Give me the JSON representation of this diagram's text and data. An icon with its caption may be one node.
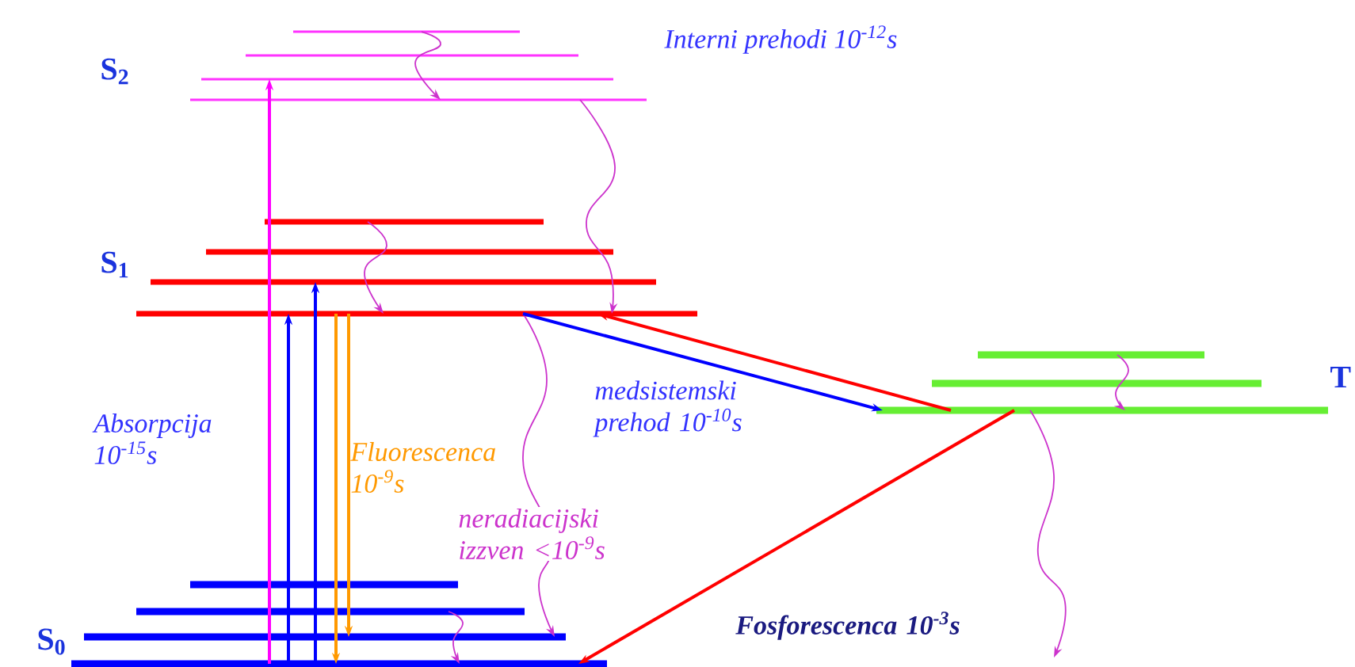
{
  "diagram": {
    "nodes": [
      {
        "text": [],
        "shape": "bar"
      },
      {
        "text": [],
        "shape": "bar"
      },
      {
        "text": [],
        "shape": "bar"
      },
      {
        "text": [],
        "shape": "bar"
      },
      {
        "text": [],
        "shape": "bar"
      },
      {
        "text": [],
        "shape": "bar"
      },
      {
        "text": [],
        "shape": "bar"
      },
      {
        "text": [],
        "shape": "bar"
      },
      {
        "text": [],
        "shape": "bar"
      },
      {
        "text": [],
        "shape": "bar"
      },
      {
        "text": [],
        "shape": "bar"
      },
      {
        "text": [],
        "shape": "bar"
      },
      {
        "text": [],
        "shape": "bar"
      },
      {
        "text": [],
        "shape": "bar"
      },
      {
        "text": [],
        "shape": "bar"
      }
    ],
    "edges": [
      {
        "from": 14,
        "to": 2,
        "arrow": "to",
        "color": "#ff00ff"
      },
      {
        "from": 14,
        "to": 7,
        "arrow": "to",
        "color": "#0000ff"
      },
      {
        "from": 14,
        "to": 6,
        "arrow": "to",
        "color": "#0000ff"
      },
      {
        "from": 7,
        "to": 14,
        "arrow": "to",
        "color": "#ff9900"
      },
      {
        "from": 7,
        "to": 13,
        "arrow": "to",
        "color": "#ff9900"
      },
      {
        "from": 0,
        "to": 3,
        "arrow": "to"
      },
      {
        "from": 3,
        "to": 7,
        "arrow": "to"
      },
      {
        "from": 4,
        "to": 7,
        "arrow": "to"
      },
      {
        "from": 7,
        "to": 13,
        "arrow": "to"
      },
      {
        "from": 12,
        "to": 14,
        "arrow": "to"
      },
      {
        "from": 7,
        "to": 10,
        "arrow": "to",
        "color": "#0000ff",
        "label": "medsistemski prehod 10$^{-10}$s"
      },
      {
        "from": 10,
        "to": 7,
        "arrow": "to",
        "color": "#ff0000"
      },
      {
        "from": 10,
        "to": 14,
        "arrow": "to",
        "color": "#ff0000",
        "label": "Fosforescenca 10$^{-3}$s"
      },
      {
        "from": 8,
        "to": 10,
        "arrow": "to"
      },
      {
        "from": 10,
        "to": null,
        "arrow": "to"
      }
    ],
    "labels": [
      "S$_{2}$",
      "Interni prehodi 10$^{-12}$s",
      "S$_{1}$",
      "T",
      "Absorpcija 10$^{-15}$s",
      "Fluorescenca 10$^{-9}$s",
      "neradiacijski izzven <10$^{-9}$s",
      "S$_{0}$"
    ]
  }
}
